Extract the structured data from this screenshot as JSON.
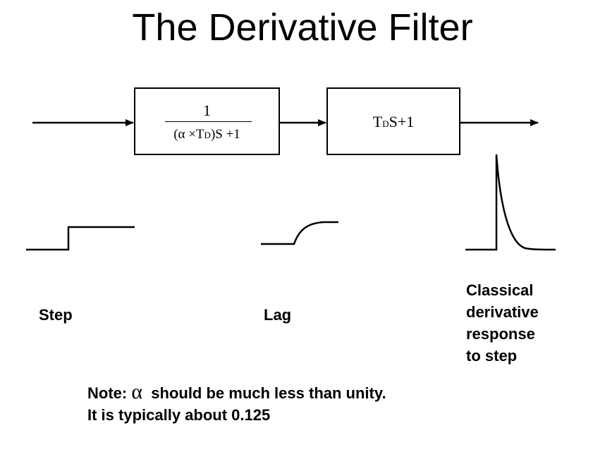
{
  "title": "The Derivative Filter",
  "blocks": {
    "lag": {
      "numerator": "1",
      "denominator_prefix": "(α ×T",
      "denominator_sub": "D",
      "denominator_suffix": ")S +1"
    },
    "lead": {
      "prefix": "T",
      "sub": "D",
      "suffix": "S+1"
    }
  },
  "labels": {
    "step": "Step",
    "lag": "Lag",
    "classical_line1": "Classical",
    "classical_line2": "derivative",
    "classical_line3": "response",
    "classical_line4": "to step"
  },
  "note": {
    "line1_prefix": "Note: ",
    "alpha_symbol": "α",
    "line1_suffix": "  should be much less than unity.",
    "line2": "It is typically about 0.125"
  }
}
